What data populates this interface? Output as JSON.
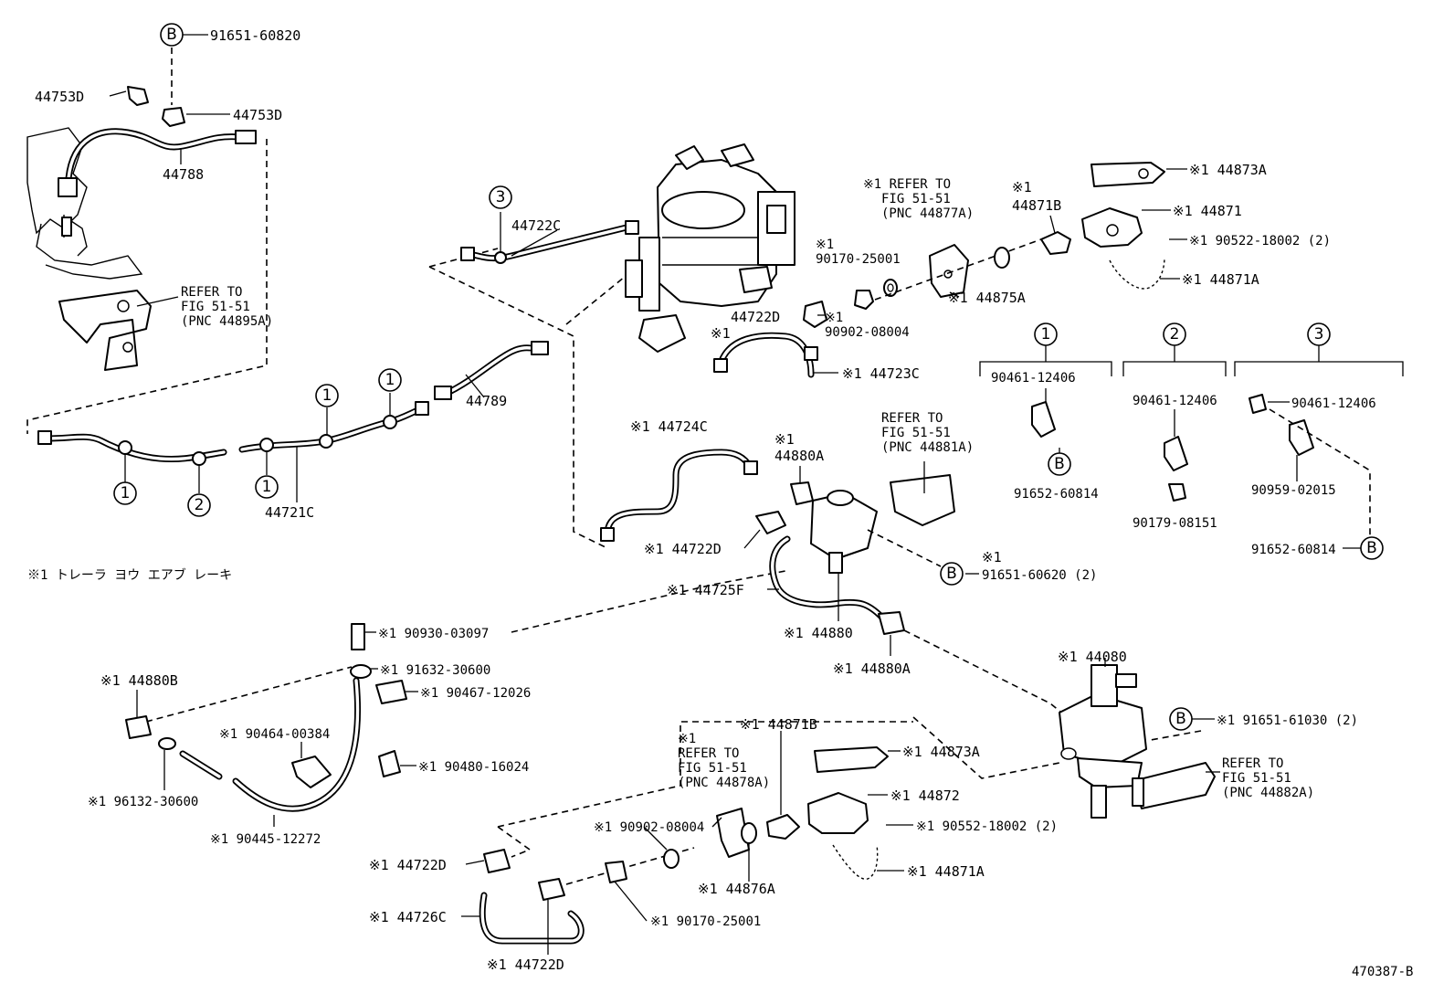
{
  "note": "※1 トレーラ ヨウ エアブ レーキ",
  "figure_id": "470387-B",
  "legends": [
    {
      "mark": "1",
      "clamp": "90461-12406",
      "part_b": "91652-60814"
    },
    {
      "mark": "2",
      "clamp": "90461-12406",
      "part_b": "90179-08151"
    },
    {
      "mark": "3",
      "clamp": "90461-12406",
      "part_b": "90959-02015",
      "part_c": "91652-60814"
    }
  ],
  "marks": {
    "b": "B",
    "c1": "1",
    "c2": "2",
    "c3": "3"
  },
  "labels": {
    "l_91651_60820": "91651-60820",
    "l_44753d_a": "44753D",
    "l_44753d_b": "44753D",
    "l_44788": "44788",
    "refer_a": [
      "REFER TO",
      "FIG 51-51",
      "(PNC 44895A)"
    ],
    "l_44722c": "44722C",
    "l_44789": "44789",
    "l_44721c": "44721C",
    "star1_a": "※1",
    "l_90170_25001": "90170-25001",
    "star1_b": "※1",
    "l_90902_08004": "90902-08004",
    "l_44722d": "44722D",
    "star1_c": "※1",
    "l_144723c": "※1 44723C",
    "refer_b": [
      "※1 REFER TO",
      "FIG 51-51",
      "(PNC 44877A)"
    ],
    "l_144875a": "※1 44875A",
    "star1_d": "※1",
    "l_44871b": "44871B",
    "l_144873a_top": "※1 44873A",
    "l_144871": "※1 44871",
    "l_190522": "※1 90522-18002 (2)",
    "l_144871a_top": "※1 44871A",
    "l_144724c": "※1 44724C",
    "star1_e": "※1",
    "l_44880a": "44880A",
    "refer_c": [
      "REFER TO",
      "FIG 51-51",
      "(PNC 44881A)"
    ],
    "l_144722d_mid": "※1 44722D",
    "star1_f": "※1",
    "l_91651_60620": "91651-60620 (2)",
    "l_144725f": "※1 44725F",
    "l_144880": "※1 44880",
    "l_144880a": "※1 44880A",
    "l_190930": "※1 90930-03097",
    "l_191632": "※1 91632-30600",
    "l_190467": "※1 90467-12026",
    "l_144880b": "※1 44880B",
    "l_190464": "※1 90464-00384",
    "l_190480": "※1 90480-16024",
    "l_196132": "※1 96132-30600",
    "l_190445": "※1 90445-12272",
    "l_144080": "※1 44080",
    "l_191651_61030": "※1 91651-61030 (2)",
    "refer_d": [
      "REFER TO",
      "FIG 51-51",
      "(PNC 44882A)"
    ],
    "l_144871b": "※1 44871B",
    "l_144873a_bot": "※1 44873A",
    "l_144872": "※1 44872",
    "refer_e": [
      "※1",
      "REFER TO",
      "FIG 51-51",
      "(PNC 44878A)"
    ],
    "l_190902": "※1 90902-08004",
    "l_190552": "※1 90552-18002 (2)",
    "l_144722d_bot_left": "※1 44722D",
    "l_144876a": "※1 44876A",
    "l_144871a_bot": "※1 44871A",
    "l_144726c": "※1 44726C",
    "l_190170": "※1 90170-25001",
    "l_144722d_bottom": "※1 44722D"
  }
}
